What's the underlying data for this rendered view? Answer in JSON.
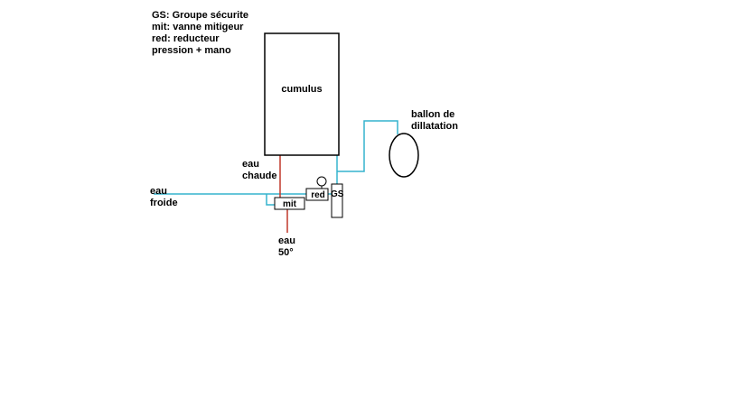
{
  "diagram": {
    "legend": "GS: Groupe sécurite\nmit: vanne mitigeur\nred: reducteur\npression + mano",
    "labels": {
      "tank": "cumulus",
      "expansion": "ballon de\ndillatation",
      "hot_water": "eau\nchaude",
      "cold_water": "eau\nfroide",
      "mixed_water": "eau\n50°",
      "reducer": "red",
      "safety_group": "GS",
      "mixer": "mit"
    },
    "colors": {
      "hot": "#c0392b",
      "cold": "#35b4cd",
      "outline": "#000000"
    }
  }
}
